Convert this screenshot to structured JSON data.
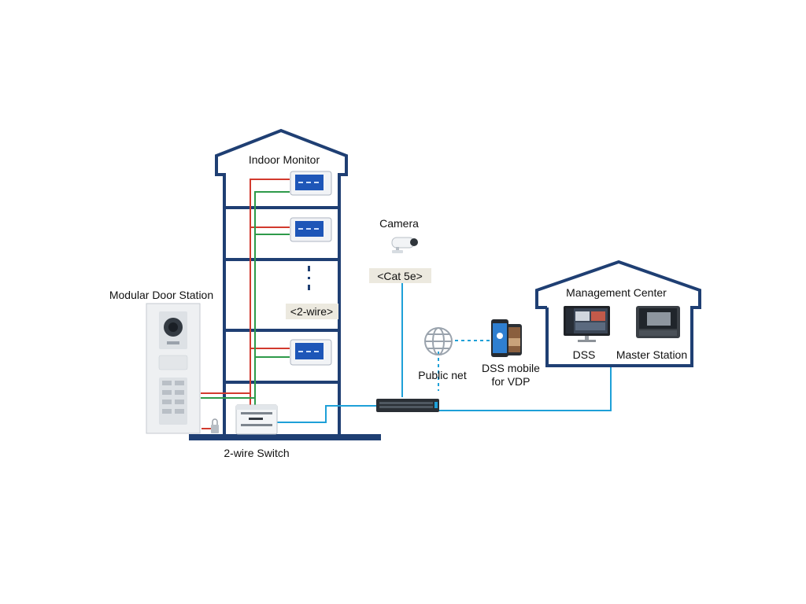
{
  "labels": {
    "indoor_monitor": "Indoor Monitor",
    "camera": "Camera",
    "cat5e": "<Cat 5e>",
    "two_wire": "<2-wire>",
    "modular_door_station": "Modular Door Station",
    "two_wire_switch": "2-wire Switch",
    "public_net": "Public net",
    "dss_mobile_line1": "DSS mobile",
    "dss_mobile_line2": "for VDP",
    "management_center": "Management Center",
    "dss": "DSS",
    "master_station": "Master Station"
  },
  "colors": {
    "building": "#1f3f73",
    "ethernet": "#1ea0d8",
    "wire_red": "#d23a2e",
    "wire_green": "#2e9a4a",
    "tag_bg": "#ece9df"
  },
  "icons": [
    "indoor-monitor-icon",
    "camera-icon",
    "globe-icon",
    "smartphone-icon",
    "network-switch-icon",
    "two-wire-switch-icon",
    "door-station-icon",
    "dss-monitor-icon",
    "master-station-icon",
    "lock-icon"
  ]
}
